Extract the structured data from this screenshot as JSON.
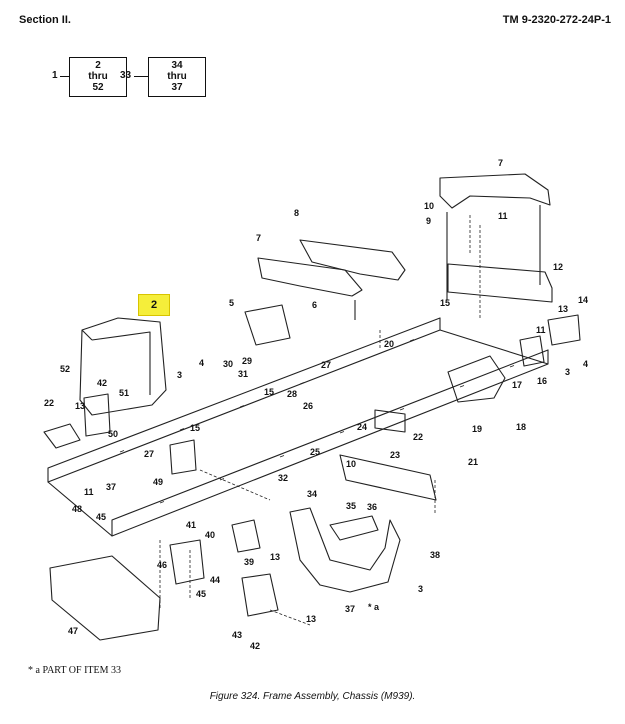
{
  "header": {
    "section": "Section II.",
    "tm_number": "TM 9-2320-272-24P-1"
  },
  "figure_refs": [
    {
      "label": "1",
      "line1": "2",
      "line2": "thru",
      "line3": "52"
    },
    {
      "label": "33",
      "line1": "34",
      "line2": "thru",
      "line3": "37"
    }
  ],
  "highlighted_item": "2",
  "callouts": [
    "7",
    "10",
    "11",
    "9",
    "12",
    "8",
    "7",
    "5",
    "6",
    "15",
    "13",
    "14",
    "11",
    "4",
    "3",
    "16",
    "17",
    "18",
    "19",
    "20",
    "21",
    "22",
    "23",
    "24",
    "25",
    "26",
    "27",
    "28",
    "29",
    "30",
    "31",
    "15",
    "4",
    "3",
    "52",
    "13",
    "42",
    "51",
    "22",
    "50",
    "49",
    "11",
    "48",
    "37",
    "27",
    "15",
    "32",
    "10",
    "45",
    "41",
    "40",
    "39",
    "46",
    "44",
    "45",
    "47",
    "43",
    "42",
    "13",
    "13",
    "34",
    "35",
    "36",
    "38",
    "3",
    "37"
  ],
  "footnote": "* a  PART OF ITEM 33",
  "star_label": "* a",
  "caption": "Figure 324.  Frame Assembly, Chassis (M939)."
}
